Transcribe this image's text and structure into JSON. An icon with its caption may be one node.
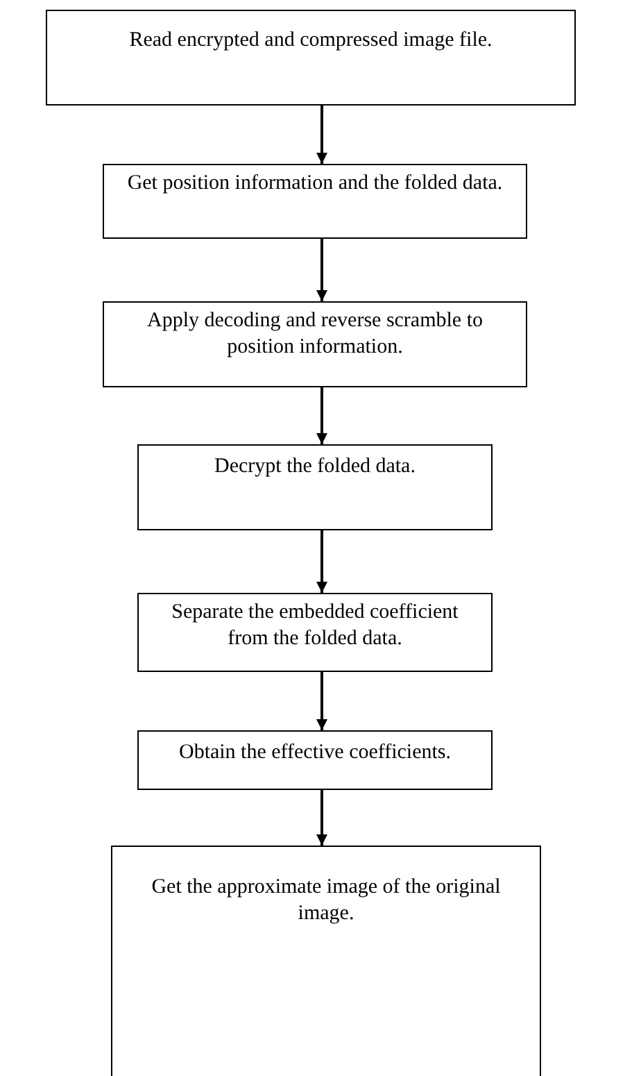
{
  "diagram": {
    "nodes": [
      {
        "text": [
          "Read encrypted and compressed image file."
        ]
      },
      {
        "text": [
          "Get position information and the folded data."
        ]
      },
      {
        "text": [
          "Apply decoding and reverse scramble to position information."
        ]
      },
      {
        "text": [
          "Decrypt the folded data."
        ]
      },
      {
        "text": [
          "Separate the embedded coefficient from the folded data."
        ]
      },
      {
        "text": [
          "Obtain the effective coefficients."
        ]
      },
      {
        "text": [
          "Get the approximate image of the original image."
        ]
      }
    ],
    "edges": [
      {
        "from": 0,
        "to": 1,
        "arrow": "to"
      },
      {
        "from": 1,
        "to": 2,
        "arrow": "to"
      },
      {
        "from": 2,
        "to": 3,
        "arrow": "to"
      },
      {
        "from": 3,
        "to": 4,
        "arrow": "to"
      },
      {
        "from": 4,
        "to": 5,
        "arrow": "to"
      },
      {
        "from": 5,
        "to": 6,
        "arrow": "to"
      }
    ]
  }
}
